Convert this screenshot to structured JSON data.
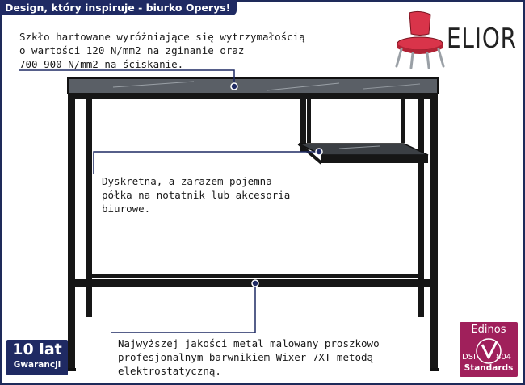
{
  "title": "Design, który inspiruje - biurko Operys!",
  "brand": {
    "logo_text": "ELIOR",
    "accent": "#1f2a63",
    "chair_color": "#d9344a"
  },
  "callouts": {
    "glass": "Szkło hartowane wyróżniające się wytrzymałością\no wartości 120 N/mm2 na zginanie oraz\n700-900 N/mm2 na ściskanie.",
    "shelf": "Dyskretna, a zarazem pojemna\npółka na notatnik lub akcesoria\nbiurowe.",
    "metal": "Najwyższej jakości metal malowany proszkowo\nprofesjonalnym barwnikiem Wixer 7XT  metodą\nelektrostatyczną."
  },
  "warranty": {
    "years": "10 lat",
    "label": "Gwarancji"
  },
  "certificate": {
    "name": "Edinos",
    "dsi": "DSI",
    "number": "804",
    "standards": "Standards",
    "color": "#a0205b"
  }
}
